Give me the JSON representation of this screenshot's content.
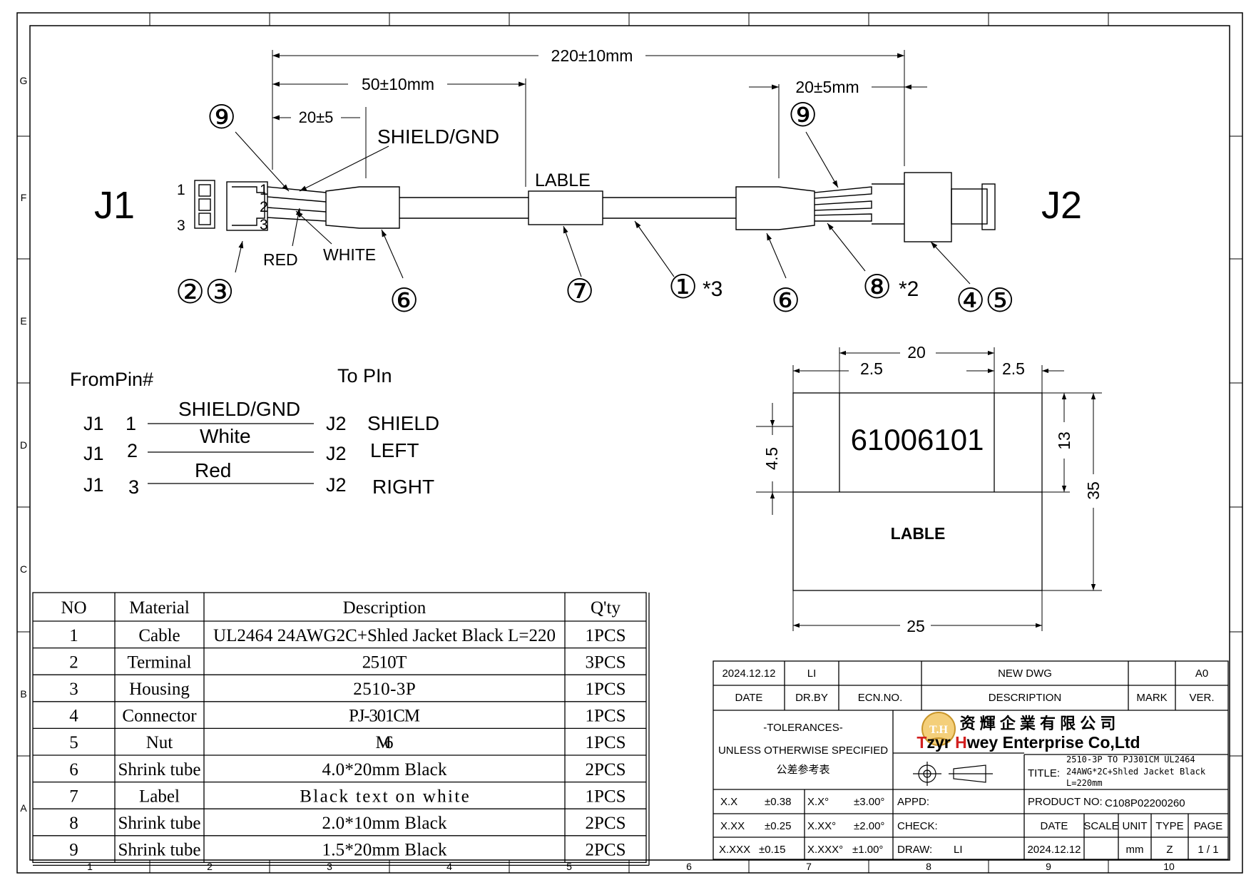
{
  "zones": {
    "rows": [
      "G",
      "F",
      "E",
      "D",
      "C",
      "B",
      "A"
    ],
    "cols": [
      "1",
      "2",
      "3",
      "4",
      "5",
      "6",
      "7",
      "8",
      "9",
      "10"
    ]
  },
  "drawing": {
    "j1": "J1",
    "j2": "J2",
    "pins": [
      "1",
      "2",
      "3"
    ],
    "dims": {
      "overall": "220±10mm",
      "left_50": "50±10mm",
      "left_20": "20±5",
      "right_20": "20±5mm"
    },
    "labels": {
      "shield": "SHIELD/GND",
      "lable": "LABLE",
      "red": "RED",
      "white": "WHITE"
    },
    "callouts": {
      "c9": "⑨",
      "c23": "②③",
      "c6": "⑥",
      "c7": "⑦",
      "c1": "①",
      "c1x": "*3",
      "c8": "⑧",
      "c8x": "*2",
      "c45": "④⑤"
    }
  },
  "pinout": {
    "from": "FromPin#",
    "to": "To PIn",
    "rows": [
      {
        "from_conn": "J1",
        "from_pin": "1",
        "wire": "SHIELD/GND",
        "to_conn": "J2",
        "to_pin": "SHIELD"
      },
      {
        "from_conn": "J1",
        "from_pin": "2",
        "wire": "White",
        "to_conn": "J2",
        "to_pin": "LEFT"
      },
      {
        "from_conn": "J1",
        "from_pin": "3",
        "wire": "Red",
        "to_conn": "J2",
        "to_pin": "RIGHT"
      }
    ]
  },
  "label_detail": {
    "code": "61006101",
    "lable": "LABLE",
    "w20": "20",
    "m25a": "2.5",
    "m25b": "2.5",
    "h45": "4.5",
    "h13": "13",
    "h35": "35",
    "w25": "25"
  },
  "bom": {
    "headers": [
      "NO",
      "Material",
      "Description",
      "Q'ty"
    ],
    "rows": [
      [
        "1",
        "Cable",
        "UL2464 24AWG2C+Shled Jacket Black L=220",
        "1PCS"
      ],
      [
        "2",
        "Terminal",
        "2510T",
        "3PCS"
      ],
      [
        "3",
        "Housing",
        "2510-3P",
        "1PCS"
      ],
      [
        "4",
        "Connector",
        "PJ-301CM",
        "1PCS"
      ],
      [
        "5",
        "Nut",
        "M6",
        "1PCS"
      ],
      [
        "6",
        "Shrink tube",
        "4.0*20mm Black",
        "2PCS"
      ],
      [
        "7",
        "Label",
        "Black text on white",
        "1PCS"
      ],
      [
        "8",
        "Shrink tube",
        "2.0*10mm Black",
        "2PCS"
      ],
      [
        "9",
        "Shrink tube",
        "1.5*20mm Black",
        "2PCS"
      ]
    ]
  },
  "title_block": {
    "rev_date": "2024.12.12",
    "rev_by": "LI",
    "rev_desc": "NEW DWG",
    "rev_ver": "A0",
    "h_date": "DATE",
    "h_drby": "DR.BY",
    "h_ecn": "ECN.NO.",
    "h_desc": "DESCRIPTION",
    "h_mark": "MARK",
    "h_ver": "VER.",
    "tol1": "-TOLERANCES-",
    "tol2": "UNLESS OTHERWISE SPECIFIED",
    "tol3": "公差参考表",
    "logo": "T.H",
    "company_cn": "资 輝 企 業 有 限 公 司",
    "company_en_t": "T",
    "company_en_1": "zyr ",
    "company_en_h": "H",
    "company_en_2": "wey Enterprise Co,Ltd",
    "title_label": "TITLE:",
    "title_lines": [
      "2510-3P TO PJ301CM UL2464",
      "24AWG*2C+Shled Jacket Black",
      "L=220mm"
    ],
    "tol_rows": [
      {
        "a": "X.X",
        "b": "±0.38",
        "c": "X.X°",
        "d": "±3.00°"
      },
      {
        "a": "X.XX",
        "b": "±0.25",
        "c": "X.XX°",
        "d": "±2.00°"
      },
      {
        "a": "X.XXX",
        "b": "±0.15",
        "c": "X.XXX°",
        "d": "±1.00°"
      }
    ],
    "appd": "APPD:",
    "check": "CHECK:",
    "draw": "DRAW:",
    "drawer": "LI",
    "product_no_label": "PRODUCT NO:",
    "product_no": "C108P02200260",
    "h_date2": "DATE",
    "h_scale": "SCALE",
    "h_unit": "UNIT",
    "h_type": "TYPE",
    "h_page": "PAGE",
    "date2": "2024.12.12",
    "unit": "mm",
    "type": "Z",
    "page": "1 / 1"
  }
}
